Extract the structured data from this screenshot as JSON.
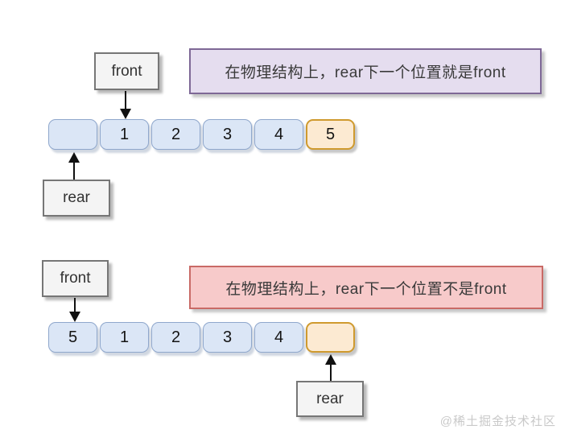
{
  "diagram": {
    "section_top": {
      "front_label": "front",
      "rear_label": "rear",
      "banner_text": "在物理结构上，rear下一个位置就是front",
      "cells": [
        "",
        "1",
        "2",
        "3",
        "4",
        "5"
      ],
      "highlight_index": 5
    },
    "section_bottom": {
      "front_label": "front",
      "rear_label": "rear",
      "banner_text": "在物理结构上，rear下一个位置不是front",
      "cells": [
        "5",
        "1",
        "2",
        "3",
        "4",
        ""
      ],
      "highlight_index": 5
    },
    "watermark": "@稀土掘金技术社区",
    "colors": {
      "cell_blue_fill": "#dbe6f6",
      "cell_blue_border": "#8fa7cc",
      "cell_orange_fill": "#fcead2",
      "cell_orange_border": "#cf9a2e",
      "banner_purple_fill": "#e5ddef",
      "banner_purple_border": "#7e6896",
      "banner_pink_fill": "#f7caca",
      "banner_pink_border": "#c96a66",
      "label_fill": "#f4f4f4",
      "label_border": "#767676"
    }
  }
}
